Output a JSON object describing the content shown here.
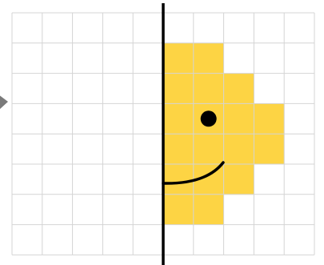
{
  "colors": {
    "background": "#ffffff",
    "grid_line": "#d4d4d4",
    "shape_fill": "#fdd444",
    "axis_line": "#000000",
    "face_feature": "#000000",
    "edge_mark": "#7a7a7a"
  },
  "grid": {
    "columns": 10,
    "rows": 8
  },
  "symmetry_axis": {
    "after_column": 5
  },
  "shape": {
    "name": "half-smiley-face",
    "filled_cells": [
      [
        1,
        5
      ],
      [
        1,
        6
      ],
      [
        2,
        5
      ],
      [
        2,
        6
      ],
      [
        2,
        7
      ],
      [
        3,
        5
      ],
      [
        3,
        6
      ],
      [
        3,
        7
      ],
      [
        3,
        8
      ],
      [
        4,
        5
      ],
      [
        4,
        6
      ],
      [
        4,
        7
      ],
      [
        4,
        8
      ],
      [
        5,
        5
      ],
      [
        5,
        6
      ],
      [
        5,
        7
      ],
      [
        6,
        5
      ],
      [
        6,
        6
      ]
    ],
    "eye": {
      "row": 3,
      "col": 6,
      "icon": "eye-dot-icon"
    },
    "smile": {
      "icon": "smile-curve-icon"
    }
  },
  "edge_arrow": {
    "icon": "partial-arrow-icon",
    "side": "left"
  }
}
